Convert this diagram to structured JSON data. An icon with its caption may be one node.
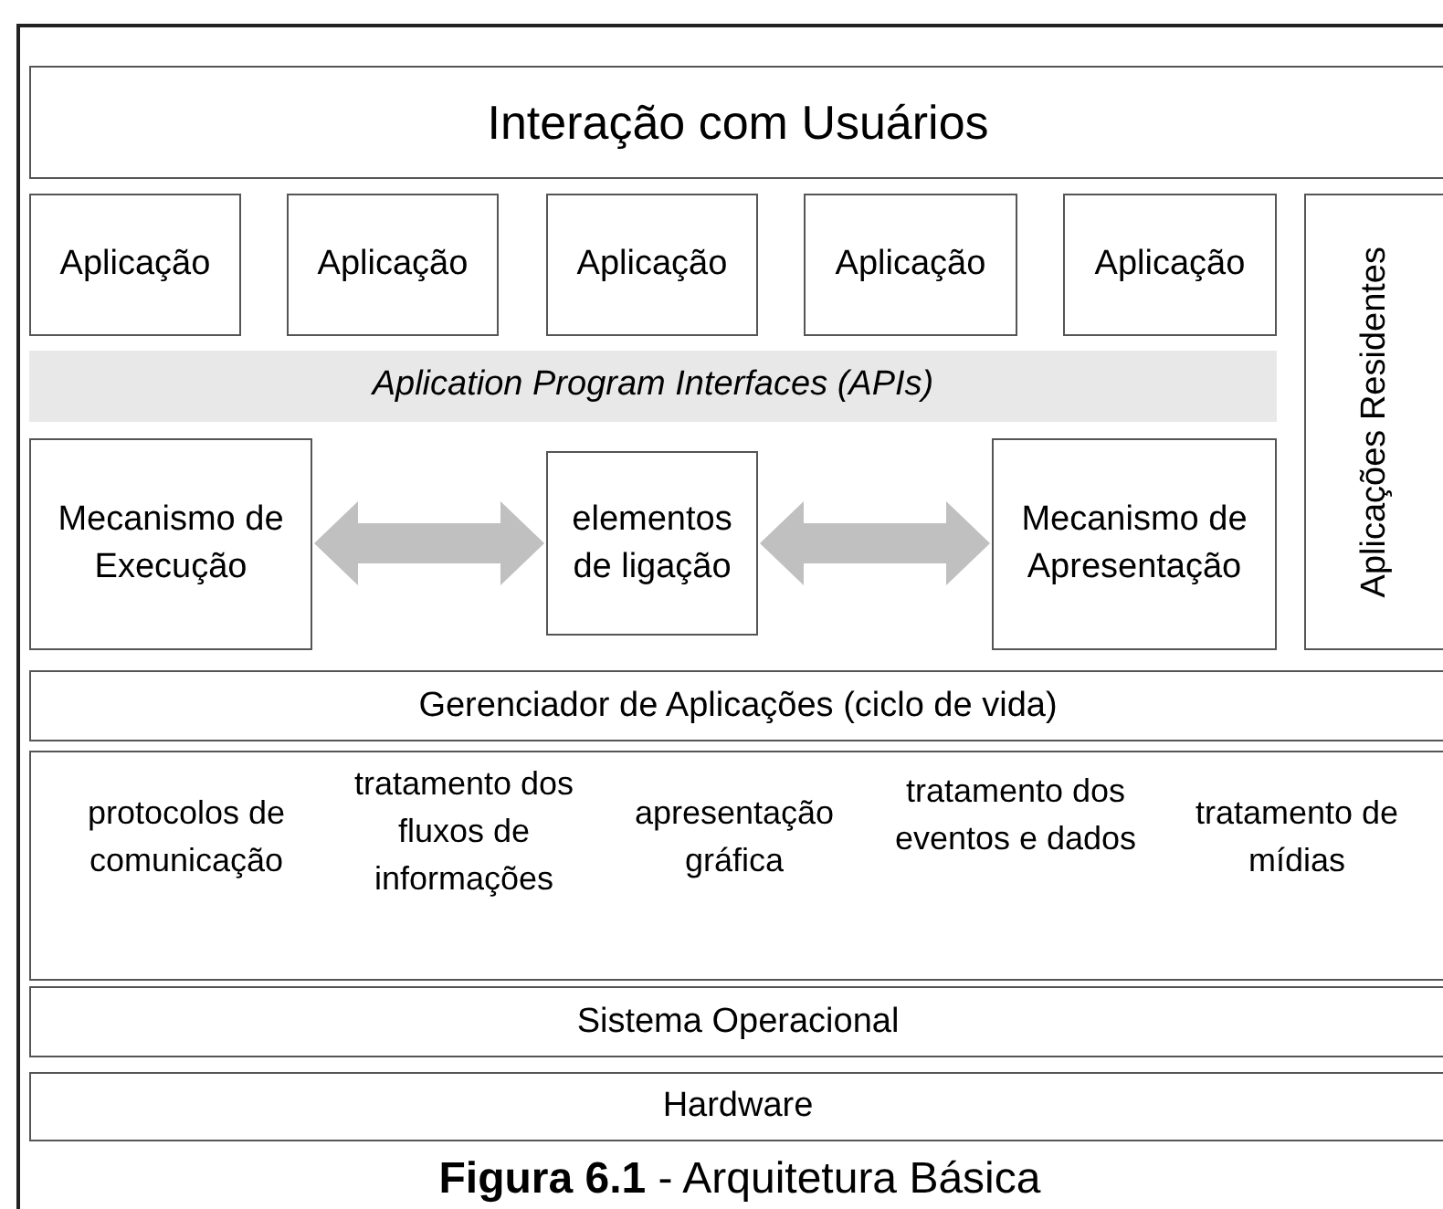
{
  "diagram": {
    "caption": "**Figura 6.1** - Arquitetura Básica",
    "nodes": [
      {
        "text": [
          "Interação com Usuários"
        ]
      },
      {
        "text": [
          "Aplicação"
        ]
      },
      {
        "text": [
          "Aplicação"
        ]
      },
      {
        "text": [
          "Aplicação"
        ]
      },
      {
        "text": [
          "Aplicação"
        ]
      },
      {
        "text": [
          "Aplicação"
        ]
      },
      {
        "text": [
          "Aplication Program Interfaces (APIs)"
        ]
      },
      {
        "text": [
          "Aplicações Residentes"
        ]
      },
      {
        "text": [
          "Mecanismo de Execução"
        ]
      },
      {
        "text": [
          "elementos de ligação"
        ]
      },
      {
        "text": [
          "Mecanismo de Apresentação"
        ]
      },
      {
        "text": [
          "Gerenciador de Aplicações (ciclo de vida)"
        ]
      },
      {
        "text": [
          "protocolos de comunicação",
          "tratamento dos fluxos de informações",
          "apresentação gráfica",
          "tratamento dos eventos e dados",
          "tratamento de mídias"
        ]
      },
      {
        "text": [
          "Sistema Operacional"
        ]
      },
      {
        "text": [
          "Hardware"
        ]
      }
    ],
    "edges": [
      {
        "from": 8,
        "to": 9,
        "arrow": "both"
      },
      {
        "from": 9,
        "to": 10,
        "arrow": "both"
      }
    ]
  }
}
